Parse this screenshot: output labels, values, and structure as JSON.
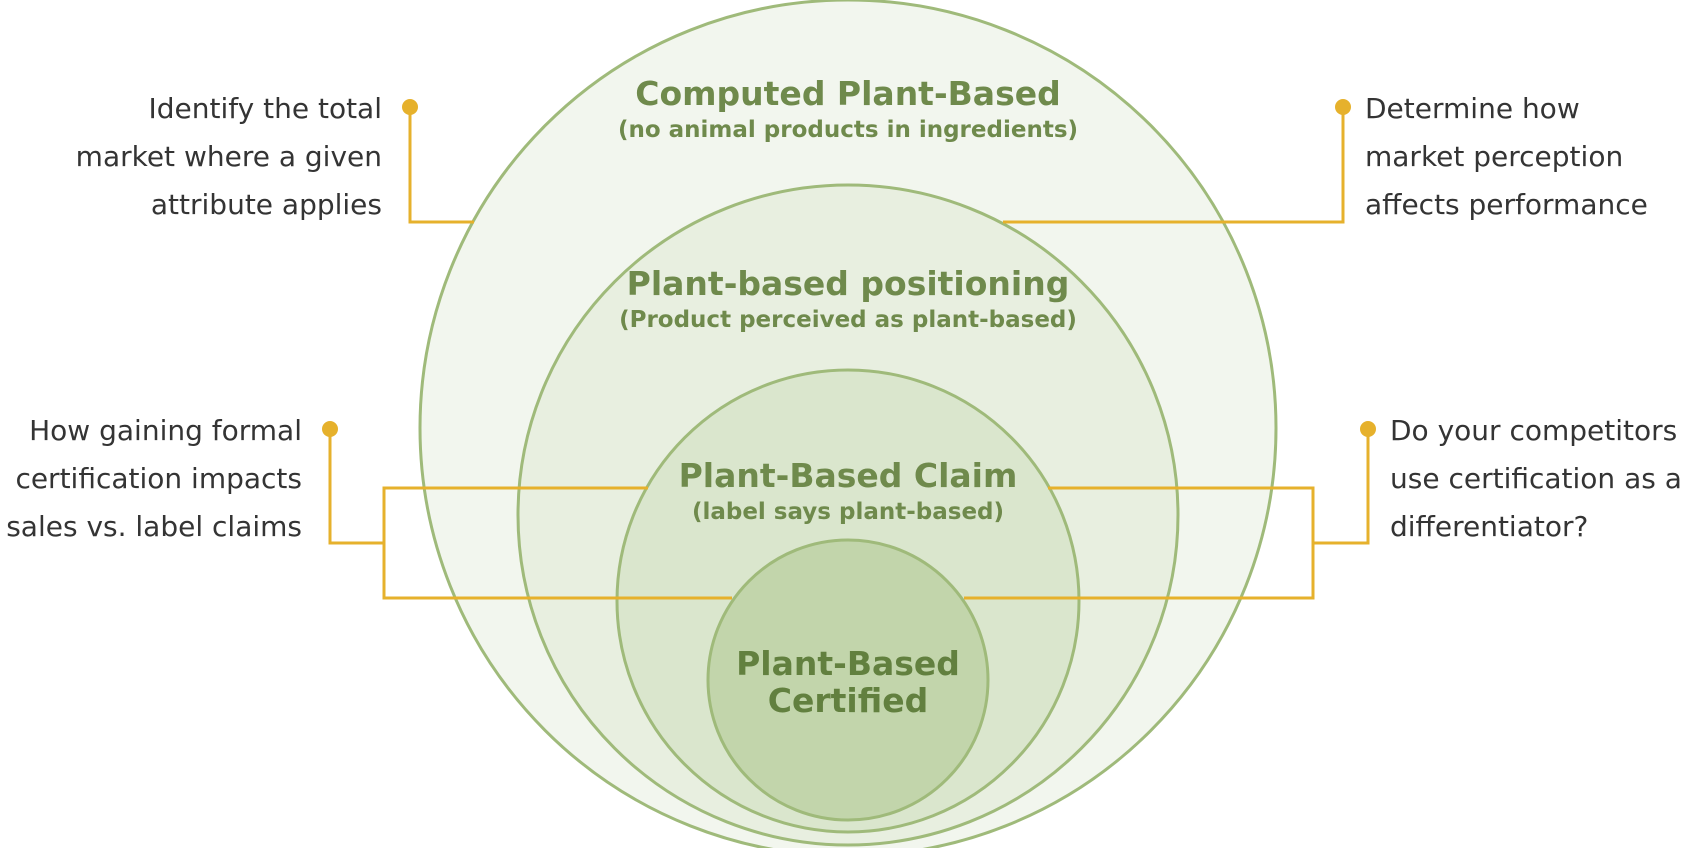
{
  "levels": [
    {
      "title": "Computed Plant-Based",
      "subtitle": "(no animal products in ingredients)"
    },
    {
      "title": "Plant-based positioning",
      "subtitle": "(Product perceived as plant-based)"
    },
    {
      "title": "Plant-Based Claim",
      "subtitle": "(label says plant-based)"
    },
    {
      "title_lines": [
        "Plant-Based",
        "Certified"
      ]
    }
  ],
  "notes": {
    "top_left": [
      "Identify the total",
      "market where a given",
      "attribute applies"
    ],
    "top_right": [
      "Determine how",
      "market perception",
      "affects performance"
    ],
    "bottom_left": [
      "How gaining formal",
      "certification impacts",
      "sales vs. label claims"
    ],
    "bottom_right": [
      "Do your competitors",
      "use certification as a",
      "differentiator?"
    ]
  },
  "colors": {
    "ring_stroke": "#9fba7a",
    "ring_fills": [
      "#f2f6ee",
      "#e8efe0",
      "#dae6cd",
      "#c2d5ab"
    ],
    "label_text": "#6f8a4c",
    "connector": "#e6b12c",
    "note_text": "#343434"
  }
}
